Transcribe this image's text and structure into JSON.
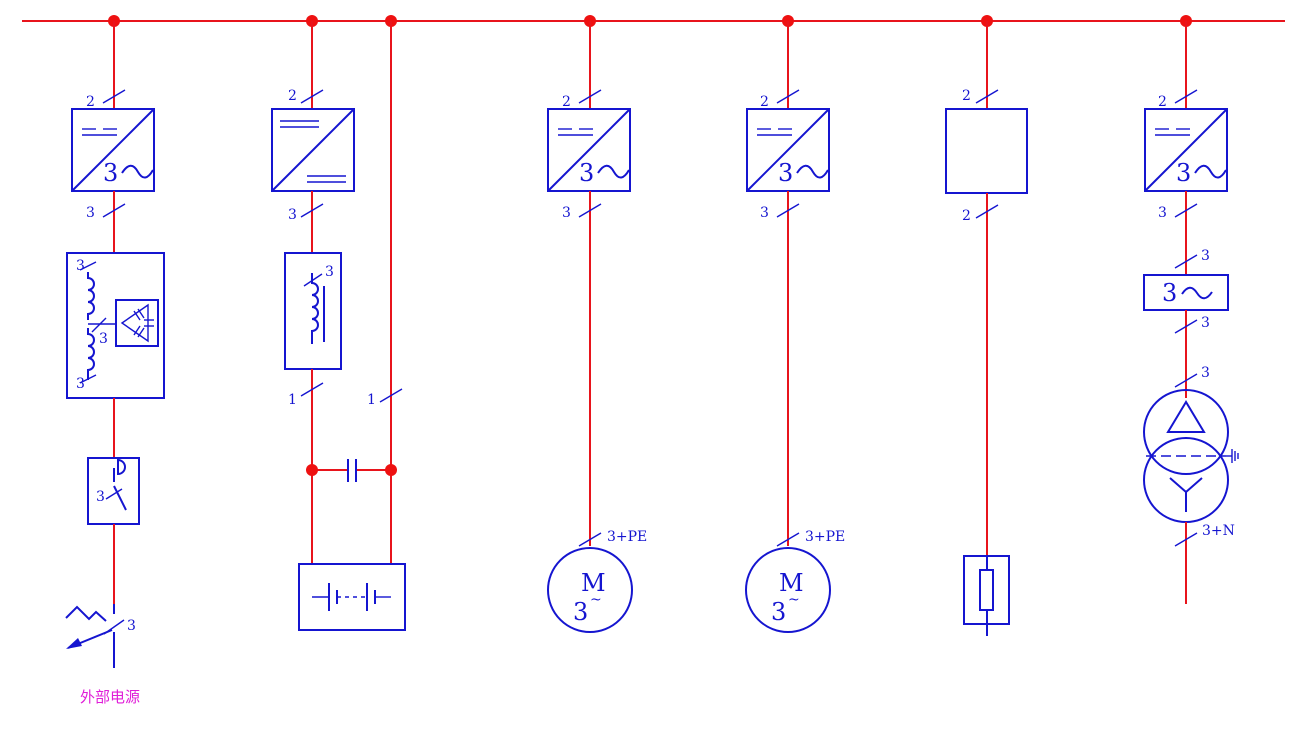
{
  "counts": {
    "two": "2",
    "three": "3",
    "one": "1",
    "three_pe": "3+PE",
    "three_n": "3+N"
  },
  "converter": {
    "phase_label": "3~",
    "phase_digit": "3"
  },
  "motor": {
    "letter": "M",
    "phase": "3",
    "tilde": "~"
  },
  "external_source_label": "外部电源",
  "colors": {
    "wire": "#e8141c",
    "symbol": "#1515d0",
    "node": "#ee1111",
    "caption": "#e01ed8"
  }
}
